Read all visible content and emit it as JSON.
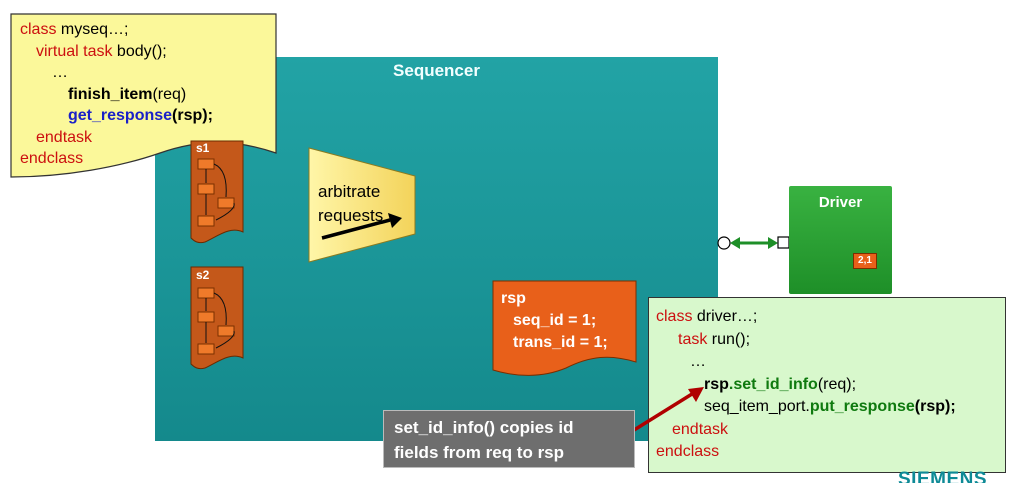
{
  "sequencer": {
    "title": "Sequencer"
  },
  "myseq_code": {
    "line1_kw": "class",
    "line1_rest": " myseq…;",
    "line2_kw": "virtual task",
    "line2_rest": " body();",
    "line3": "…",
    "line4_bold": "finish_item",
    "line4_rest": "(req)",
    "line5_bold": "get_response",
    "line5_rest": "(rsp);",
    "line6_kw": "endtask",
    "line7_kw": "endclass"
  },
  "sequences": [
    {
      "label": "s1"
    },
    {
      "label": "s2"
    }
  ],
  "arbiter": {
    "line1": "arbitrate",
    "line2": "requests"
  },
  "rsp_box": {
    "title": "rsp",
    "field1": "seq_id = 1;",
    "field2": "trans_id = 1;"
  },
  "driver": {
    "title": "Driver",
    "badge": "2,1"
  },
  "driver_code": {
    "line1_kw": "class",
    "line1_rest": " driver…;",
    "line2_kw": "task",
    "line2_rest": " run();",
    "line3": "…",
    "line4_rsp": "rsp",
    "line4_method": ".set_id_info",
    "line4_rest": "(req);",
    "line5_prefix": "seq_item_port.",
    "line5_method": "put_response",
    "line5_rest": "(rsp);",
    "line6_kw": "endtask",
    "line7_kw": "endclass"
  },
  "tooltip": {
    "line1": "set_id_info() copies id",
    "line2": "fields from req to rsp"
  },
  "footer": {
    "brand": "SIEMENS"
  },
  "colors": {
    "sequencer": "#1a9a9c",
    "callout_yellow": "#fbf89a",
    "callout_green": "#d8f8cc",
    "orange": "#e8601a",
    "driver_green": "#2aa334",
    "arrow_red": "#b00000",
    "keyword_red": "#cc1010"
  }
}
